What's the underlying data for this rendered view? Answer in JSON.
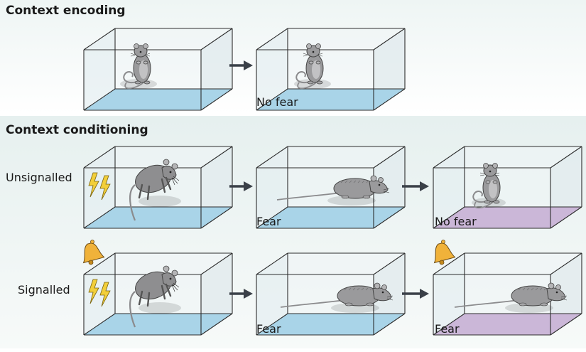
{
  "sections": {
    "encoding_title": "Context encoding",
    "conditioning_title": "Context conditioning"
  },
  "rows": {
    "unsignalled": "Unsignalled",
    "signalled": "Signalled"
  },
  "captions": {
    "enc_result": "No fear",
    "uns_mid": "Fear",
    "uns_end": "No fear",
    "sig_mid": "Fear",
    "sig_end": "Fear"
  },
  "icons": [
    "shock-icon",
    "bell-icon",
    "arrow-right-icon",
    "rat-icon",
    "context-box-icon"
  ],
  "colors": {
    "panel_bg": "#e9f1f0",
    "floor_blue": "#a9d4e8",
    "floor_purple": "#cbb7d8",
    "rat": "#9a9a9c",
    "arrow": "#3a4048",
    "shock": "#f2cf3a",
    "bell": "#f0b23a"
  }
}
